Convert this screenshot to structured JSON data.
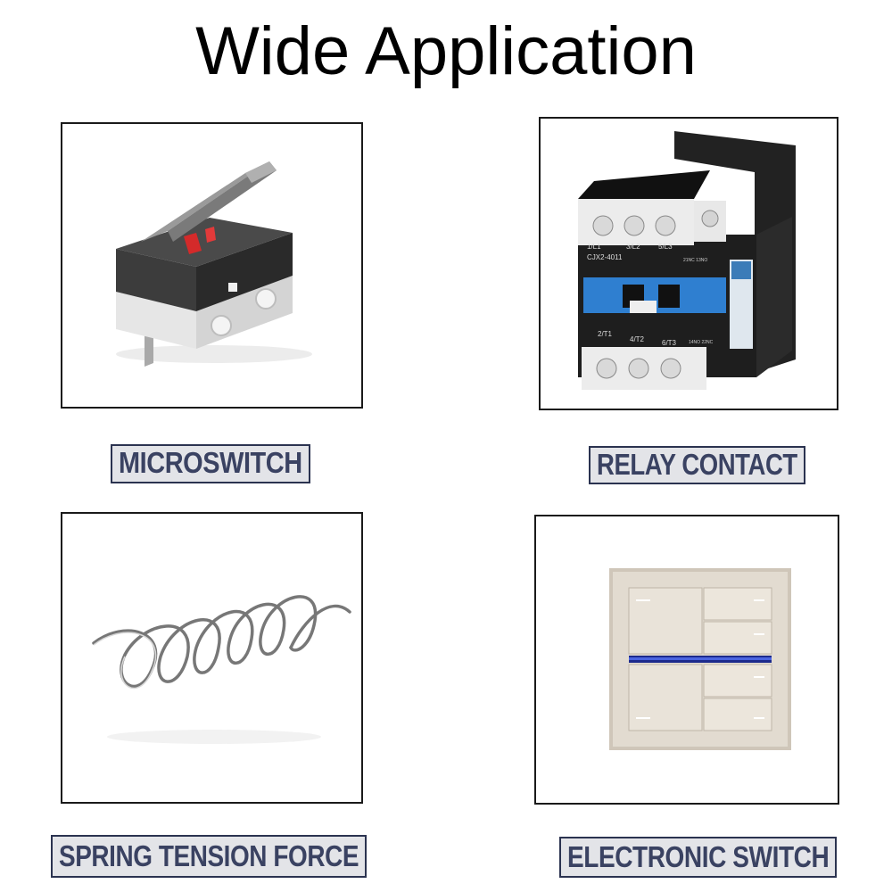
{
  "title": "Wide Application",
  "panels": [
    {
      "label": "MICROSWITCH",
      "icon": "microswitch-image"
    },
    {
      "label": "RELAY CONTACT",
      "icon": "contactor-image"
    },
    {
      "label": "SPRING TENSION FORCE",
      "icon": "spring-image"
    },
    {
      "label": "ELECTRONIC SWITCH",
      "icon": "wall-switch-image"
    }
  ],
  "relay_markings": {
    "top": [
      "1/L1",
      "3/L2",
      "5/L3"
    ],
    "model": "CJX2-4011",
    "bottom": [
      "2/T1",
      "4/T2",
      "6/T3"
    ],
    "side_top": "21NC 13NO",
    "side_bottom": "14NO 22NC"
  },
  "colors": {
    "label_text": "#3a4262",
    "label_bg": "#e3e4e8",
    "accent_blue": "#2f7fd0"
  }
}
